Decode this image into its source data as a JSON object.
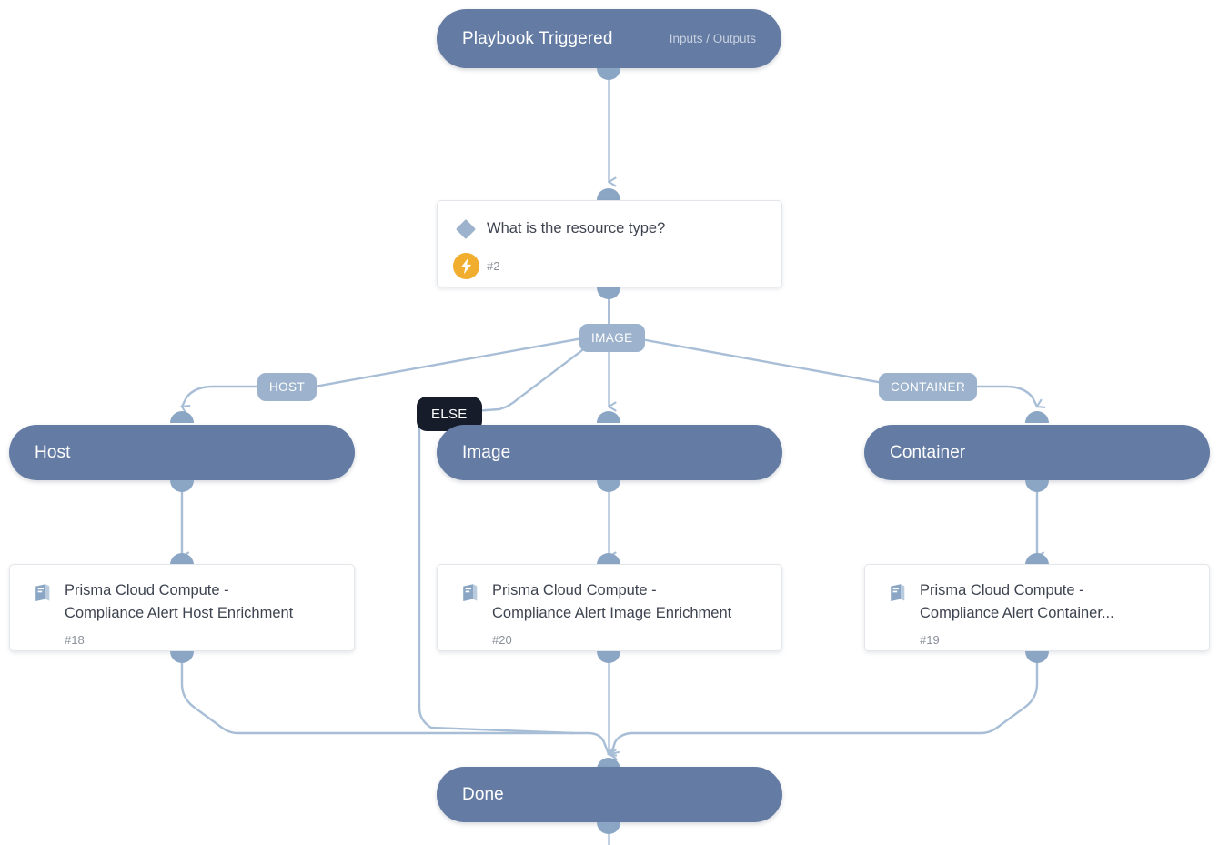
{
  "diagram": {
    "type": "playbook-workflow",
    "background_color": "#ffffff",
    "accent_color": "#647ba3",
    "edge_color": "#a8bed6",
    "badge_color": "#9db3cd",
    "else_badge_color": "#161c2a",
    "trigger_badge_color": "#f0ad2e"
  },
  "nodes": {
    "start": {
      "label": "Playbook Triggered",
      "meta": "Inputs / Outputs",
      "kind": "section-start"
    },
    "condition": {
      "title": "What is the resource type?",
      "id": "#2",
      "icon": "diamond-icon",
      "badge_icon": "lightning-bolt-icon",
      "kind": "conditional-task"
    },
    "section_host": {
      "label": "Host",
      "kind": "section"
    },
    "section_image": {
      "label": "Image",
      "kind": "section"
    },
    "section_container": {
      "label": "Container",
      "kind": "section"
    },
    "task_host": {
      "title": "Prisma Cloud Compute -\nCompliance Alert Host Enrichment",
      "id": "#18",
      "icon": "playbook-book-icon",
      "kind": "playbook-task"
    },
    "task_image": {
      "title": "Prisma Cloud Compute -\nCompliance Alert Image Enrichment",
      "id": "#20",
      "icon": "playbook-book-icon",
      "kind": "playbook-task"
    },
    "task_container": {
      "title": "Prisma Cloud Compute -\nCompliance Alert Container...",
      "id": "#19",
      "icon": "playbook-book-icon",
      "kind": "playbook-task"
    },
    "done": {
      "label": "Done",
      "kind": "section-end"
    }
  },
  "branches": [
    {
      "label": "HOST",
      "style": "light",
      "target": "section_host"
    },
    {
      "label": "IMAGE",
      "style": "light",
      "target": "section_image"
    },
    {
      "label": "CONTAINER",
      "style": "light",
      "target": "section_container"
    },
    {
      "label": "ELSE",
      "style": "dark",
      "target": "done"
    }
  ]
}
